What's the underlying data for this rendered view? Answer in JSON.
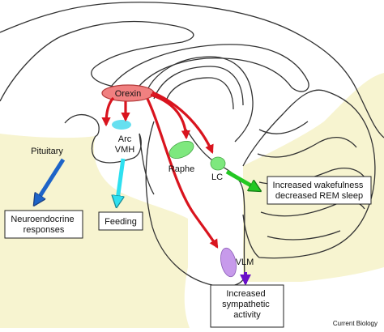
{
  "diagram": {
    "nodes": {
      "orexin": "Orexin",
      "arc": "Arc",
      "vmh": "VMH",
      "pituitary": "Pituitary",
      "raphe": "Raphe",
      "lc": "LC",
      "vlm": "VLM"
    },
    "outputs": {
      "neuroendocrine": [
        "Neuroendocrine",
        "responses"
      ],
      "feeding": [
        "Feeding"
      ],
      "wakefulness": [
        "Increased wakefulness",
        "decreased REM sleep"
      ],
      "sympathetic": [
        "Increased",
        "sympathetic",
        "activity"
      ]
    },
    "credit": "Current Biology"
  },
  "colors": {
    "tissue": "#f7f4d0",
    "outline": "#333333",
    "orexin": "#f08080",
    "arc_vmh": "#66e0f0",
    "raphe_lc": "#7ee87e",
    "vlm": "#c79aeb",
    "red_arrow": "#d9141e",
    "blue_arrow": "#1e64c8",
    "cyan_arrow": "#2ee0f0",
    "green_arrow": "#23c823",
    "purple_arrow": "#6a10c8"
  }
}
